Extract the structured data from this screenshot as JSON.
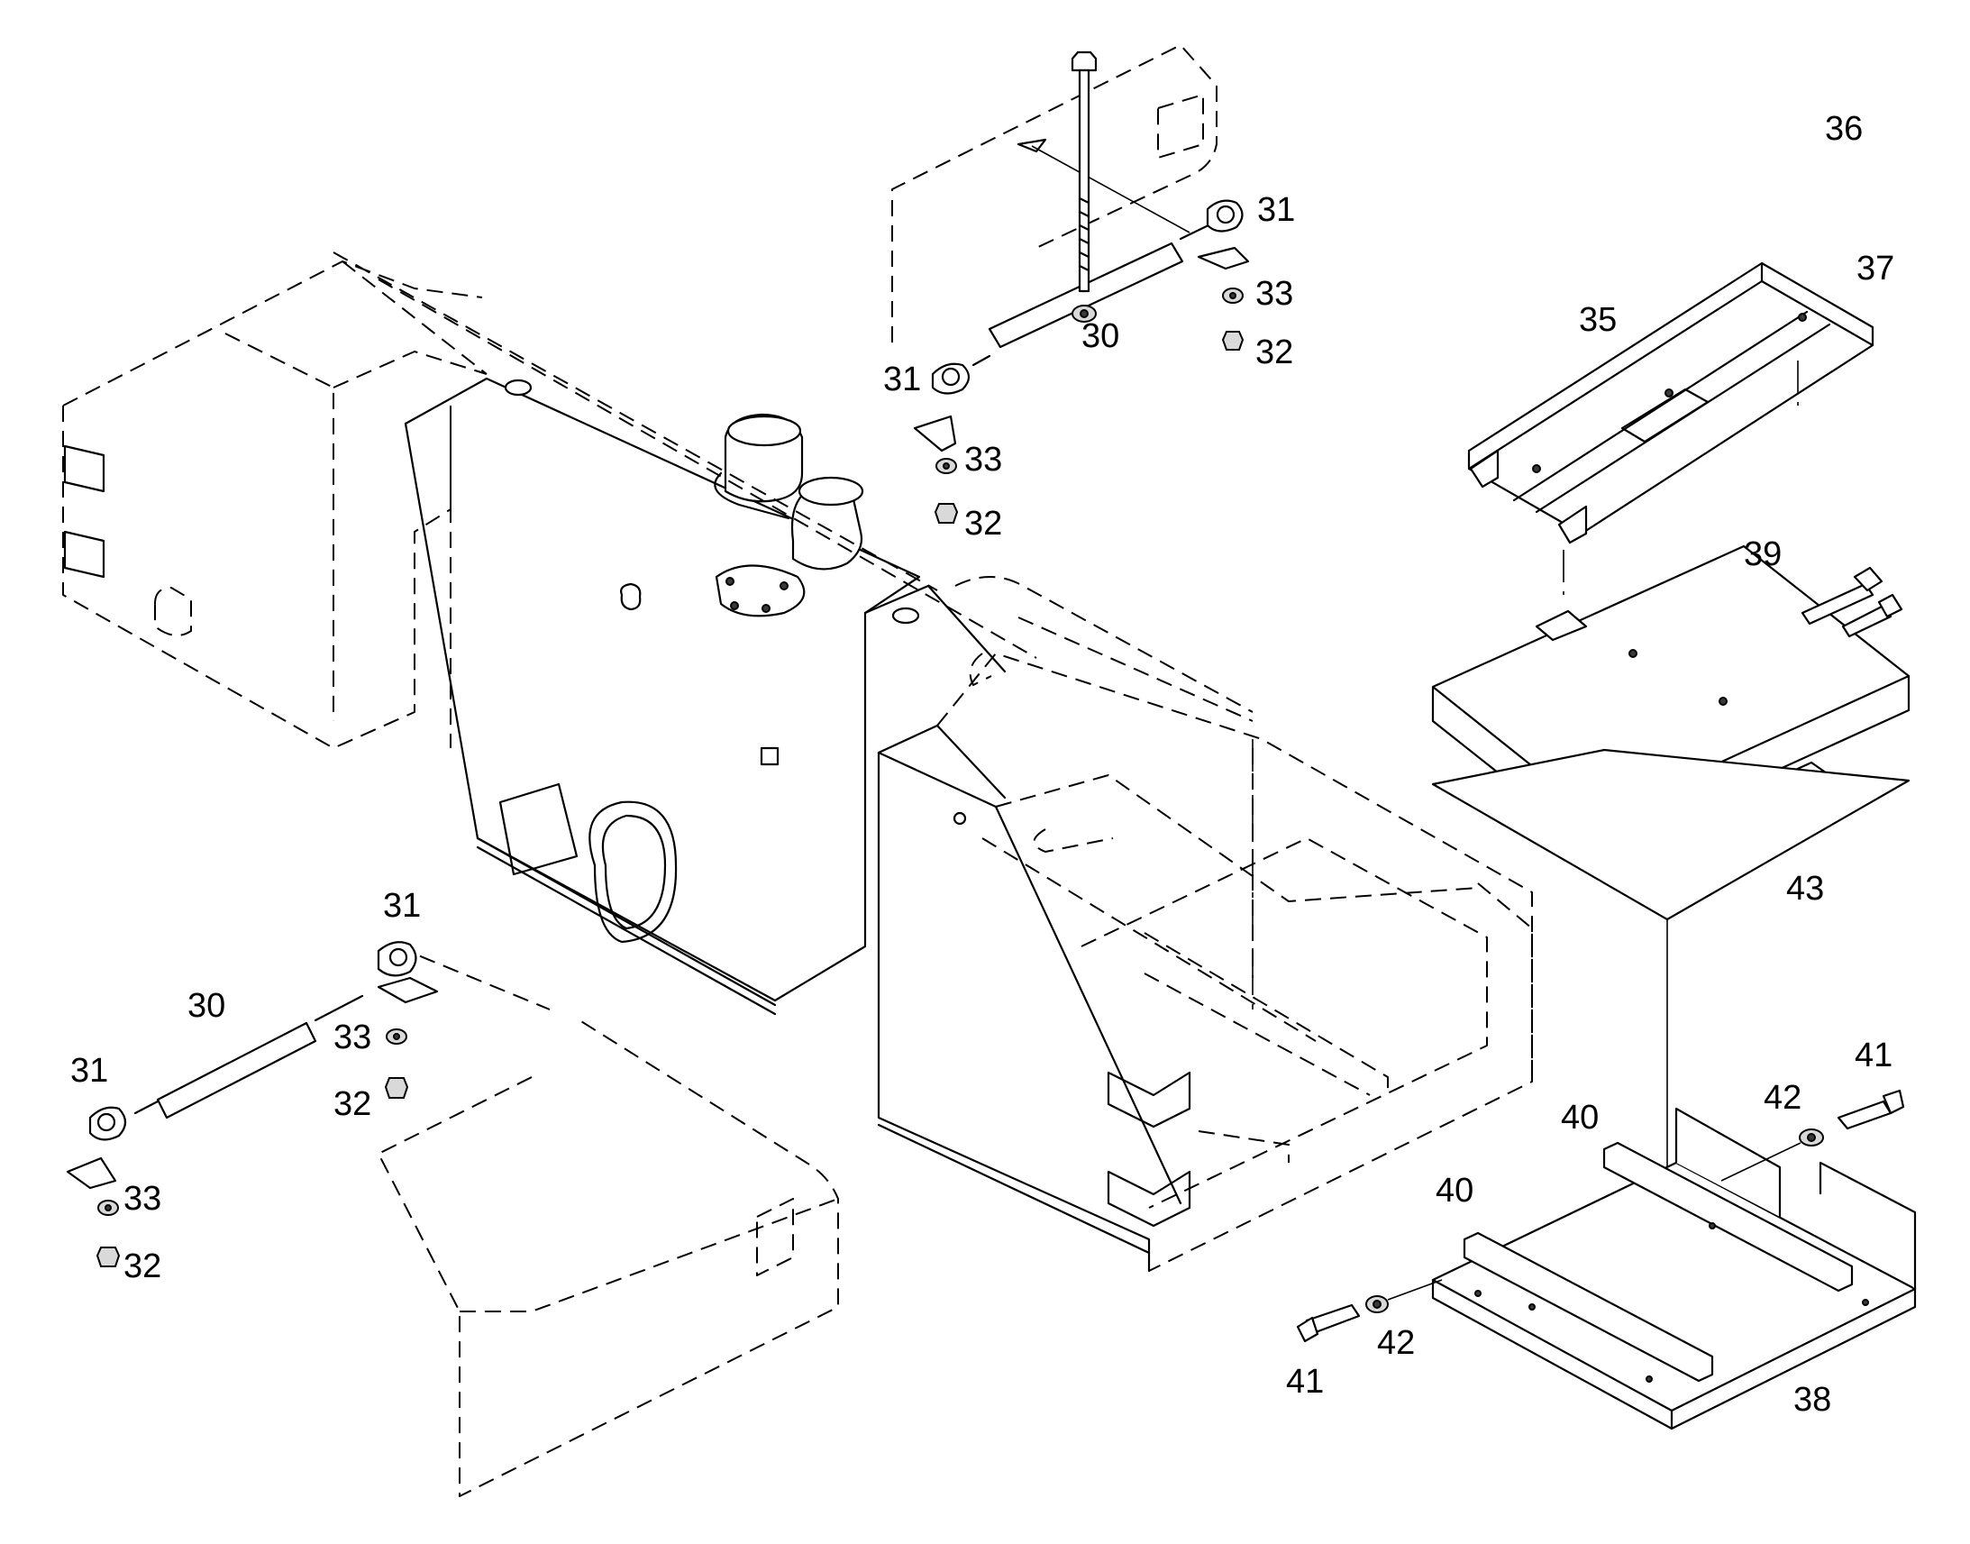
{
  "callouts": [
    {
      "id": "top-31-right",
      "label": "31"
    },
    {
      "id": "top-33-right",
      "label": "33"
    },
    {
      "id": "top-32-right",
      "label": "32"
    },
    {
      "id": "top-30",
      "label": "30"
    },
    {
      "id": "top-31-left",
      "label": "31"
    },
    {
      "id": "top-33-left",
      "label": "33"
    },
    {
      "id": "top-32-left",
      "label": "32"
    },
    {
      "id": "bolt-36",
      "label": "36"
    },
    {
      "id": "washer-37",
      "label": "37"
    },
    {
      "id": "frame-35",
      "label": "35"
    },
    {
      "id": "plate-39",
      "label": "39"
    },
    {
      "id": "sheet-43",
      "label": "43"
    },
    {
      "id": "low-31-upper",
      "label": "31"
    },
    {
      "id": "low-30",
      "label": "30"
    },
    {
      "id": "low-33-upper",
      "label": "33"
    },
    {
      "id": "low-32-upper",
      "label": "32"
    },
    {
      "id": "low-31-lower",
      "label": "31"
    },
    {
      "id": "low-33-lower",
      "label": "33"
    },
    {
      "id": "low-32-lower",
      "label": "32"
    },
    {
      "id": "bolt-41-right",
      "label": "41"
    },
    {
      "id": "washer-42-right",
      "label": "42"
    },
    {
      "id": "bar-40-upper",
      "label": "40"
    },
    {
      "id": "bar-40-lower",
      "label": "40"
    },
    {
      "id": "washer-42-left",
      "label": "42"
    },
    {
      "id": "bolt-41-left",
      "label": "41"
    },
    {
      "id": "tray-38",
      "label": "38"
    }
  ]
}
